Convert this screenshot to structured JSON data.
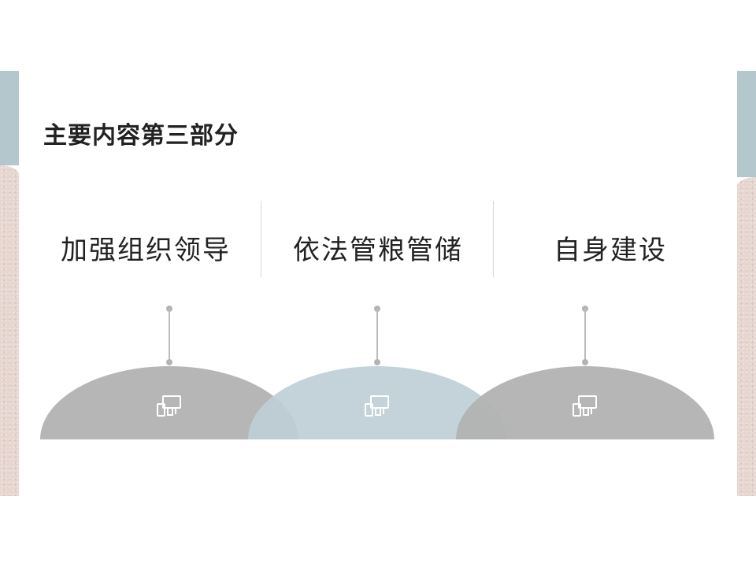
{
  "slide": {
    "title": "主要内容第三部分"
  },
  "topics": [
    {
      "label": "加强组织领导",
      "icon": "devices-icon"
    },
    {
      "label": "依法管粮管储",
      "icon": "devices-icon"
    },
    {
      "label": "自身建设",
      "icon": "devices-icon"
    }
  ],
  "colors": {
    "dome_gray": "#b2b2b2",
    "dome_blue": "#bfcfd6",
    "accent_blue": "#b3c7cc",
    "accent_pink": "#e6d6cf"
  }
}
